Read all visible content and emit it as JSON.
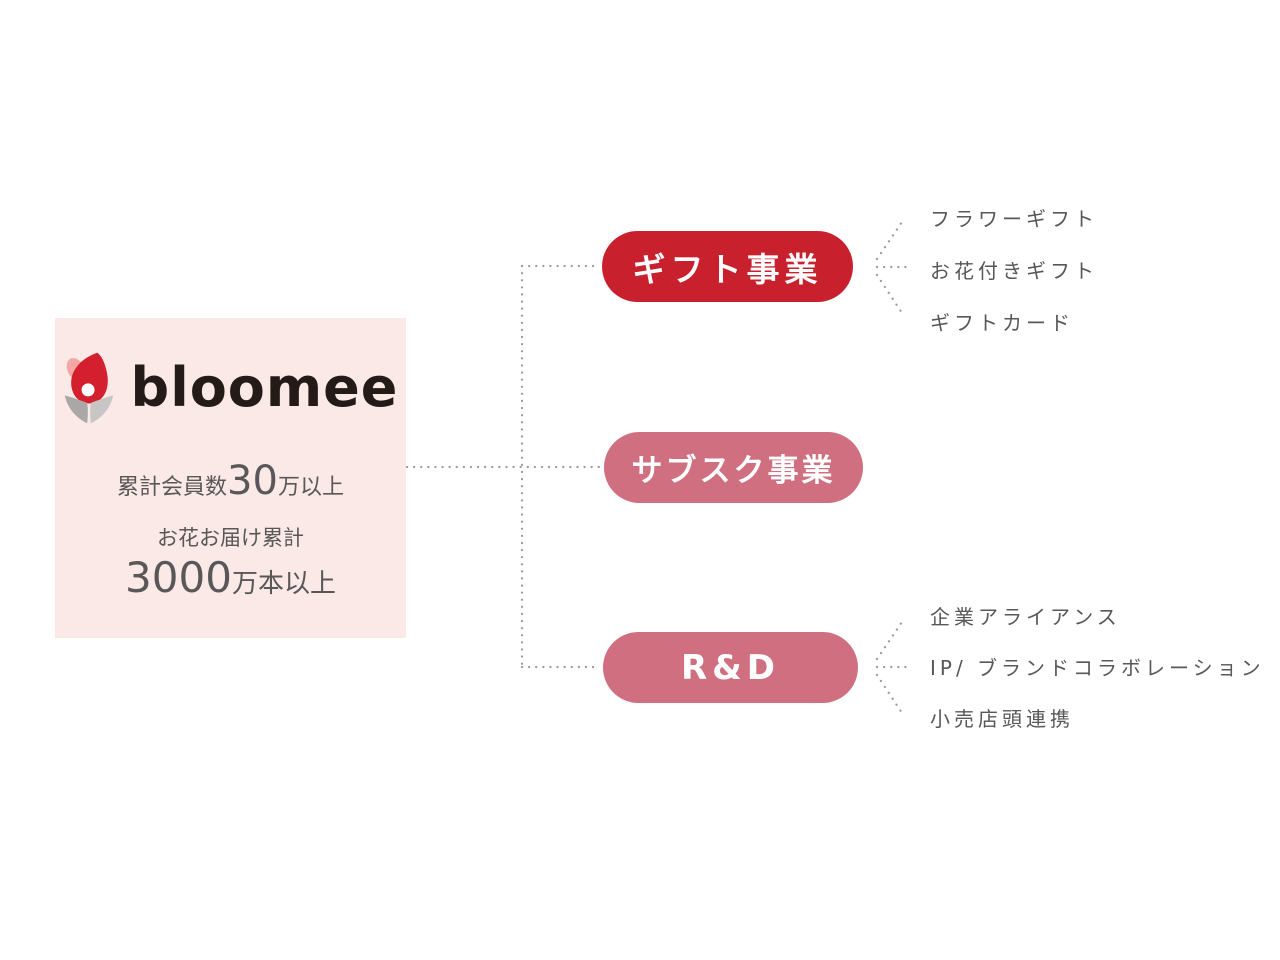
{
  "page": {
    "background": "#ffffff",
    "connector_color": "#9a9a9a",
    "connector_style": "dotted"
  },
  "card": {
    "background": "#fbe9e7",
    "brand": "bloomee",
    "members": {
      "prefix": "累計会員数",
      "value": "30",
      "suffix": "万以上"
    },
    "delivery": {
      "label": "お花お届け累計",
      "value": "3000",
      "suffix": "万本以上"
    }
  },
  "logo_icon": {
    "name": "tulip-logo-icon",
    "petal_color": "#f2a7a4",
    "bud_color": "#d41f2e",
    "dot_color": "#ffffff",
    "leaf_left_color": "#aaa7a7",
    "leaf_right_color": "#c8c5c5"
  },
  "branches": [
    {
      "label": "ギフト事業",
      "color": "#c9202e",
      "children": [
        "フラワーギフト",
        "お花付きギフト",
        "ギフトカード"
      ]
    },
    {
      "label": "サブスク事業",
      "color": "#d06f80",
      "children": []
    },
    {
      "label": "R&D",
      "color": "#d06f80",
      "children": [
        "企業アライアンス",
        "IP/ ブランドコラボレーション",
        "小売店頭連携"
      ]
    }
  ],
  "text_colors": {
    "stats": "#595757",
    "wordmark": "#241a17",
    "leaf_labels": "#595757",
    "pill_text": "#ffffff"
  }
}
